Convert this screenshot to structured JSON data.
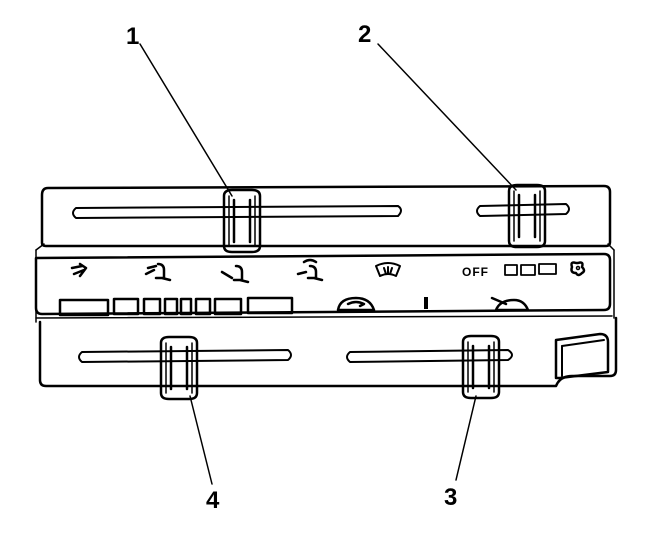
{
  "callouts": [
    {
      "id": "1",
      "label": "1"
    },
    {
      "id": "2",
      "label": "2"
    },
    {
      "id": "3",
      "label": "3"
    },
    {
      "id": "4",
      "label": "4"
    }
  ],
  "panel": {
    "off_label": "OFF"
  },
  "icons": [
    "vent-mode-icon",
    "bi-level-mode-icon",
    "floor-mode-icon",
    "floor-defrost-mode-icon",
    "defrost-icon",
    "fan-icon",
    "recirculation-icon",
    "temperature-icon",
    "outside-air-icon"
  ],
  "colors": {
    "line": "#000000",
    "background": "#ffffff"
  }
}
